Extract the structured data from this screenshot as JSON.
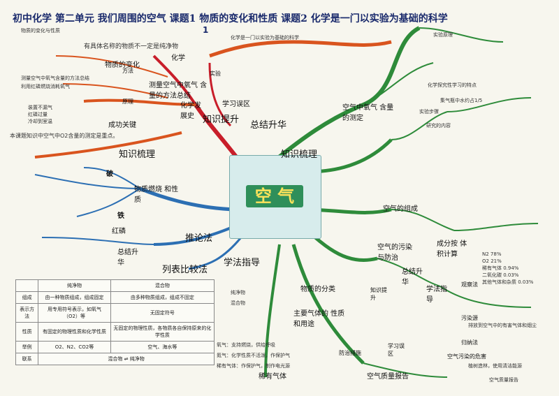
{
  "header": {
    "title": "初中化学 第二单元 我们周围的空气 课题1 物质的变化和性质 课题2 化学是一门以实验为基础的科学",
    "subtitle": "1"
  },
  "center": {
    "word": "空 气"
  },
  "main_branches": [
    {
      "id": "zongjie",
      "label": "总结升华"
    },
    {
      "id": "zhishi",
      "label": "知识梳理"
    },
    {
      "id": "xuefa",
      "label": "学法指导"
    },
    {
      "id": "tuilun",
      "label": "推论法"
    },
    {
      "id": "bianjiao",
      "label": "列表比较法"
    },
    {
      "id": "zhishitisheng",
      "label": "知识提升"
    },
    {
      "id": "xuexiwuqu",
      "label": "学习误区"
    },
    {
      "id": "zhongzhishi",
      "label": "知识梳理"
    }
  ],
  "left_labels": {
    "huaxue": "化学",
    "shiyan": "实验",
    "cedinhanliang": "测量空气中氧气 含量的方法总结",
    "huaxuefazhanshi": "化学发展史",
    "chenggong": "成功关键",
    "wuzhibianhua": "物质的变化",
    "yuanli": "原理",
    "fangfa": "方法",
    "po": "破",
    "tie": "铁",
    "hongliang": "红磷",
    "zongjie2": "总结升华",
    "youmeijinghe": "物质燃烧 和性质"
  },
  "right_labels": {
    "kongqiyanghanliang": "空气中氧气 含量的测定",
    "kongqidezucheng": "空气的组成",
    "kongqiwuran": "空气的污染 与防治",
    "zongjie3": "总结升华",
    "xuefa2": "学法指导",
    "zhishitisheng2": "知识提升",
    "chengfenfa": "成分按 体积计算",
    "kongqizhiliang": "空气质量报告",
    "zhuyaoqiti": "主要气体的 性质和用途",
    "wuzhifenlei": "物质的分类",
    "xiyouqiti": "稀有气体",
    "guanchafa": "观察法",
    "wuranyuan": "污染源",
    "guinafa": "归纳法",
    "xuexiwuqu2": "学习误区",
    "wuranwuhai": "空气污染的危害",
    "fangzhicuoshi": "防治措施"
  },
  "notes": [
    "物质的变化与性质",
    "有具体名称的物质不一定是纯净物",
    "测量空气中氧气含量的方法总结",
    "本课题知识中空气中O2含量的测定是重点。",
    "利用红磷燃烧消耗氧气",
    "装置不漏气",
    "红磷过量",
    "冷却到室温",
    "化学是一门以实验为基础的科学",
    "实验原理",
    "实验步骤",
    "研究的内容",
    "化学探究性学习的特点",
    "集气瓶中水约占1/5",
    "N2 78%",
    "O2 21%",
    "稀有气体 0.94%",
    "二氧化碳 0.03%",
    "其他气体和杂质 0.03%",
    "排放到空气中的有害气体和烟尘",
    "植树造林，使用清洁能源",
    "空气质量报告",
    "纯净物",
    "混合物",
    "氧气：支持燃烧，供给呼吸",
    "氮气：化学性质不活泼，作保护气",
    "稀有气体：作保护气，制作电光源"
  ],
  "table": {
    "headers": [
      "",
      "纯净物",
      "混合物"
    ],
    "rows": [
      [
        "组成",
        "由一种物质组成，组成固定",
        "由多种物质组成，组成不固定"
      ],
      [
        "表示方法",
        "用专用符号表示，如氧气（O2）等",
        "无固定符号"
      ],
      [
        "性质",
        "有固定的物理性质和化学性质",
        "无固定的物理性质，各物质各自保持原来的化学性质"
      ],
      [
        "举例",
        "O2、N2、CO2等",
        "空气、海水等"
      ],
      [
        "联系",
        "混合物 ⇌ 纯净物",
        ""
      ]
    ]
  },
  "colors": {
    "green": "#2e8b3a",
    "orange": "#d9541e",
    "blue": "#2c6fb3",
    "red": "#c81e2a"
  }
}
